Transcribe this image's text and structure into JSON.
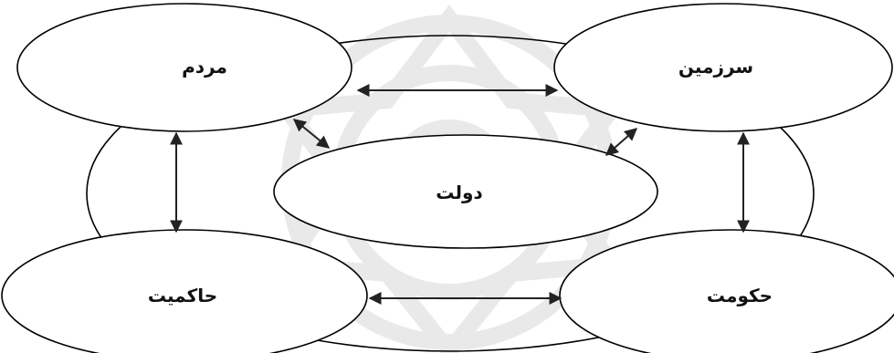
{
  "diagram": {
    "nodes": {
      "people": "مردم",
      "territory": "سرزمین",
      "state": "دولت",
      "sovereignty": "حاکمیت",
      "government": "حکومت"
    }
  },
  "colors": {
    "stroke": "#000000",
    "arrow": "#222222",
    "watermark": "#e9e9e9"
  }
}
